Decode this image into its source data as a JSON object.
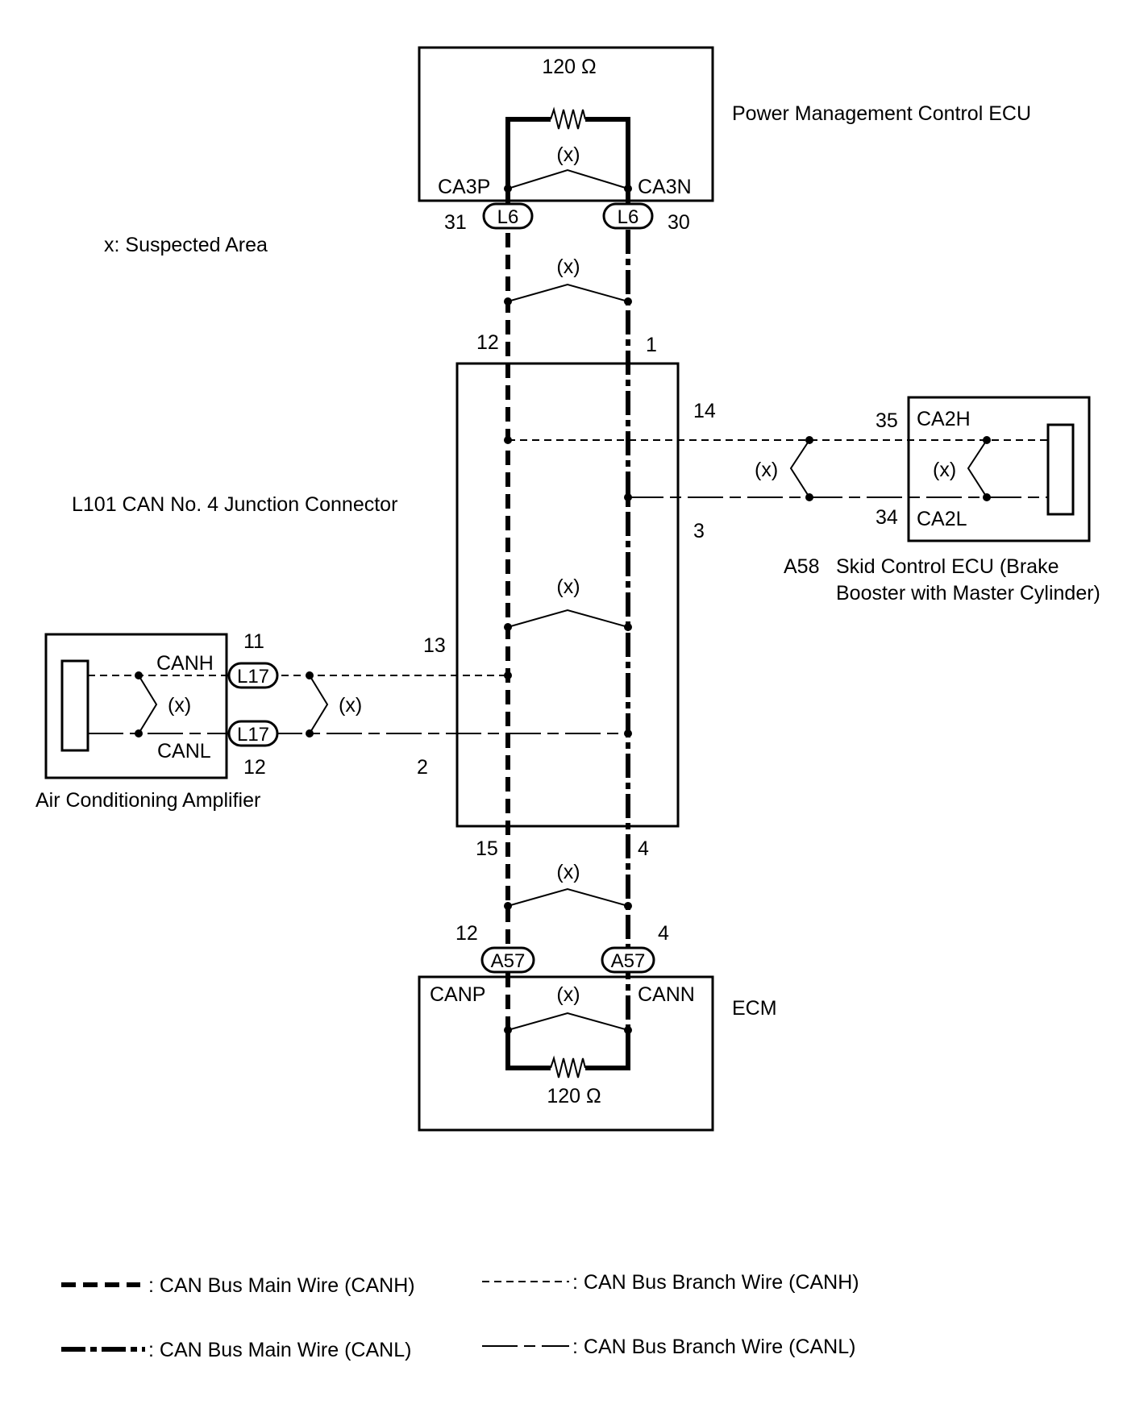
{
  "colors": {
    "ink": "#000000",
    "paper": "#ffffff"
  },
  "suspected_note": "x: Suspected Area",
  "suspect_mark": "(x)",
  "pmc_ecu": {
    "name": "Power Management Control ECU",
    "resistor": "120 Ω",
    "pin_p": "CA3P",
    "pin_n": "CA3N",
    "connector": "L6",
    "pin_p_no": "31",
    "pin_n_no": "30"
  },
  "junction": {
    "name": "L101  CAN No. 4 Junction Connector",
    "pins": {
      "top_h": "12",
      "top_l": "1",
      "skid_h": "14",
      "skid_l": "3",
      "ac_h": "13",
      "ac_l": "2",
      "bot_h": "15",
      "bot_l": "4"
    }
  },
  "skid_ecu": {
    "code": "A58",
    "name_line1": "Skid Control ECU (Brake",
    "name_line2": "Booster with Master Cylinder)",
    "pin_h": "CA2H",
    "pin_l": "CA2L",
    "pin_h_no": "35",
    "pin_l_no": "34"
  },
  "ac_amp": {
    "name": "Air Conditioning Amplifier",
    "pin_h": "CANH",
    "pin_l": "CANL",
    "connector": "L17",
    "pin_h_no": "11",
    "pin_l_no": "12"
  },
  "ecm": {
    "name": "ECM",
    "resistor": "120 Ω",
    "pin_p": "CANP",
    "pin_n": "CANN",
    "connector": "A57",
    "pin_p_no": "12",
    "pin_n_no": "4"
  },
  "legend": {
    "main_h": ": CAN Bus Main Wire (CANH)",
    "main_l": ": CAN Bus Main Wire (CANL)",
    "branch_h": ": CAN Bus Branch Wire (CANH)",
    "branch_l": ": CAN Bus Branch Wire (CANL)"
  }
}
